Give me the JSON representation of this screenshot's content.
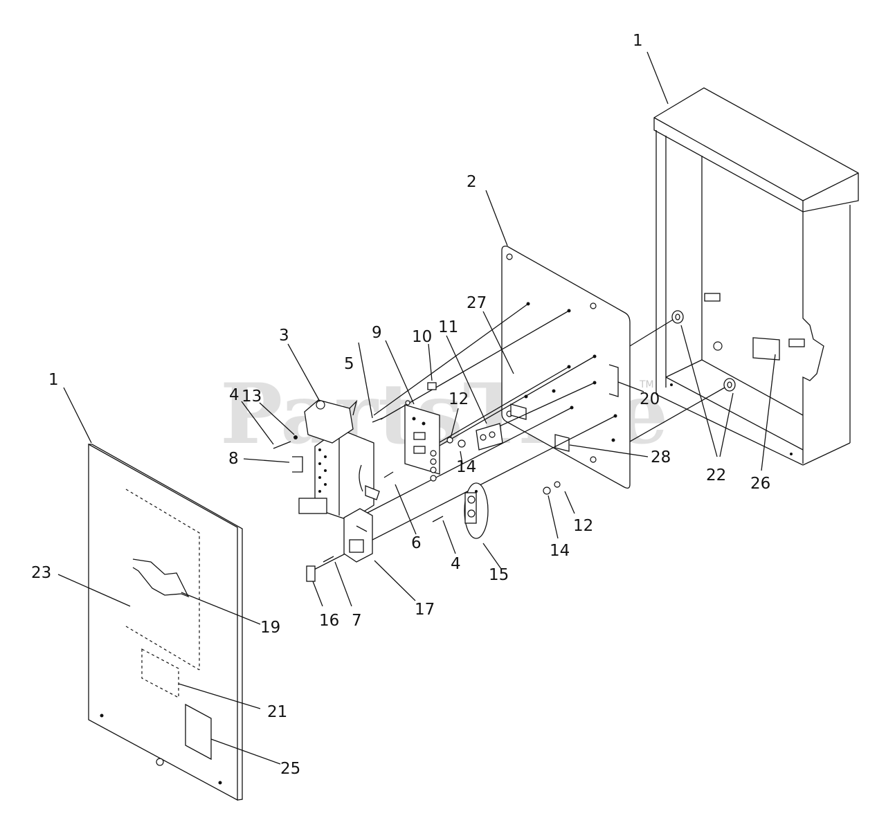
{
  "watermark": "PartsTree",
  "watermark_tm": "TM",
  "labels": {
    "l1_right": "1",
    "l1_left": "1",
    "l2": "2",
    "l3": "3",
    "l4_top": "4",
    "l4_bottom": "4",
    "l5": "5",
    "l6": "6",
    "l7": "7",
    "l8": "8",
    "l9": "9",
    "l10": "10",
    "l11": "11",
    "l12_mid": "12",
    "l12_low": "12",
    "l13": "13",
    "l14_mid": "14",
    "l14_low": "14",
    "l15": "15",
    "l16": "16",
    "l17": "17",
    "l19": "19",
    "l20": "20",
    "l21": "21",
    "l22": "22",
    "l23": "23",
    "l25": "25",
    "l26": "26",
    "l27": "27",
    "l28": "28"
  }
}
